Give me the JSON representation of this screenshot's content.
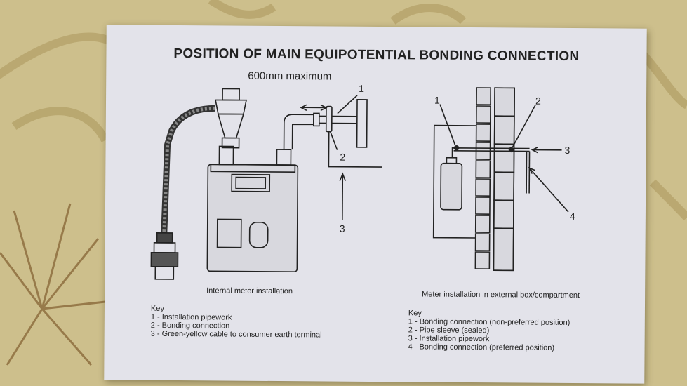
{
  "title": "POSITION OF MAIN EQUIPOTENTIAL BONDING CONNECTION",
  "left_diagram": {
    "dimension_label": "600mm maximum",
    "callouts": [
      "1",
      "2",
      "3"
    ],
    "caption": "Internal meter installation",
    "key_heading": "Key",
    "key_items": [
      "1 - Installation pipework",
      "2 - Bonding connection",
      "3 - Green-yellow cable to consumer earth terminal"
    ]
  },
  "right_diagram": {
    "callouts": [
      "1",
      "2",
      "3",
      "4"
    ],
    "caption": "Meter installation in external box/compartment",
    "key_heading": "Key",
    "key_items": [
      "1 - Bonding connection (non-preferred position)",
      "2 - Pipe sleeve (sealed)",
      "3 - Installation pipework",
      "4 - Bonding connection (preferred position)"
    ]
  },
  "colors": {
    "background": "#cdbf8c",
    "card": "#e3e3ea",
    "ink": "#222222"
  }
}
